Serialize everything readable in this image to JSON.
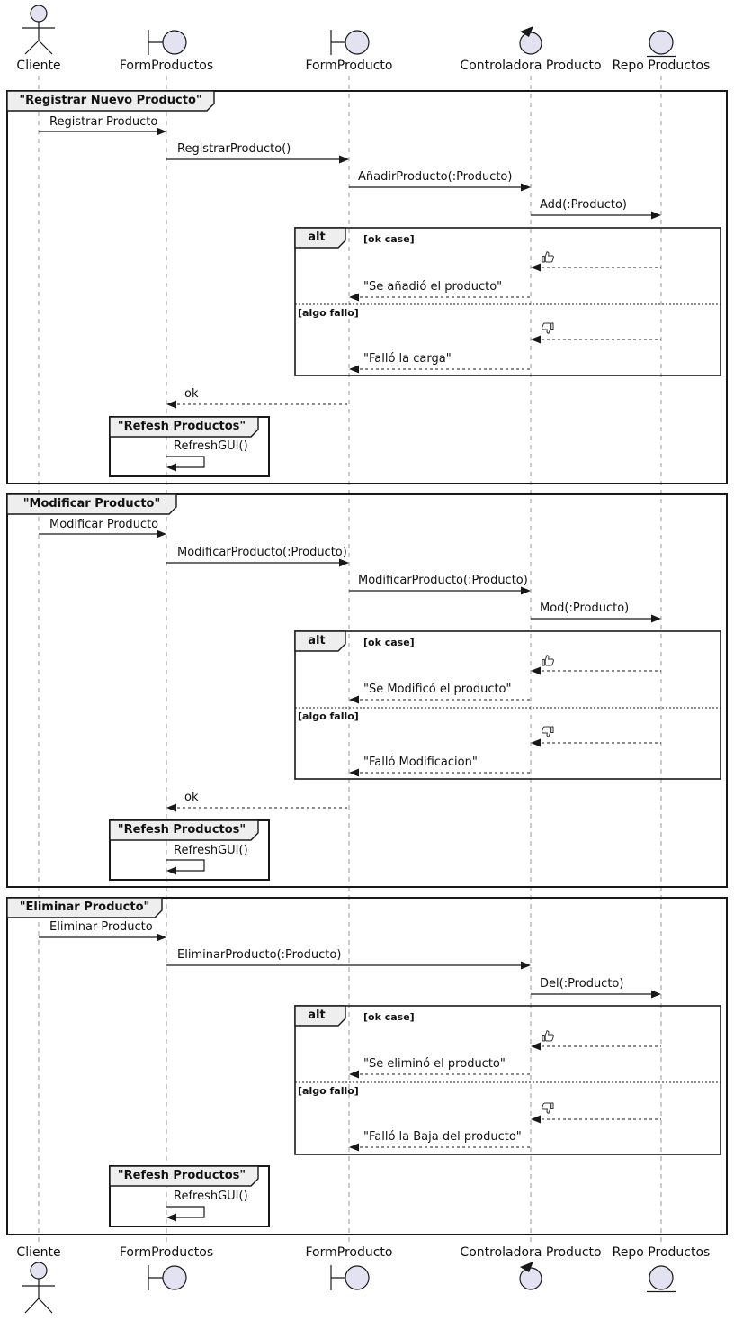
{
  "participants": [
    {
      "name": "Cliente",
      "type": "actor"
    },
    {
      "name": "FormProductos",
      "type": "boundary"
    },
    {
      "name": "FormProducto",
      "type": "boundary"
    },
    {
      "name": "Controladora Producto",
      "type": "control"
    },
    {
      "name": "Repo Productos",
      "type": "entity"
    }
  ],
  "frames": [
    {
      "title": "\"Registrar Nuevo Producto\"",
      "messages": {
        "m1": "Registrar Producto",
        "m2": "RegistrarProducto()",
        "m3": "AñadirProducto(:Producto)",
        "m4": "Add(:Producto)",
        "ok_result": "\"Se añadió el producto\"",
        "fail_result": "\"Falló la carga\"",
        "return_ok": "ok"
      },
      "alt": {
        "operator": "alt",
        "ok_guard": "[ok case]",
        "fail_guard": "[algo fallo]"
      },
      "nested": {
        "title": "\"Refesh Productos\"",
        "message": "RefreshGUI()"
      }
    },
    {
      "title": "\"Modificar Producto\"",
      "messages": {
        "m1": "Modificar Producto",
        "m2": "ModificarProducto(:Producto)",
        "m3": "ModificarProducto(:Producto)",
        "m4": "Mod(:Producto)",
        "ok_result": "\"Se Modificó el producto\"",
        "fail_result": "\"Falló Modificacion\"",
        "return_ok": "ok"
      },
      "alt": {
        "operator": "alt",
        "ok_guard": "[ok case]",
        "fail_guard": "[algo fallo]"
      },
      "nested": {
        "title": "\"Refesh Productos\"",
        "message": "RefreshGUI()"
      }
    },
    {
      "title": "\"Eliminar Producto\"",
      "messages": {
        "m1": "Eliminar Producto",
        "m2": "EliminarProducto(:Producto)",
        "m3": "Del(:Producto)",
        "ok_result": "\"Se eliminó el producto\"",
        "fail_result": "\"Falló la Baja del producto\""
      },
      "alt": {
        "operator": "alt",
        "ok_guard": "[ok case]",
        "fail_guard": "[algo fallo]"
      },
      "nested": {
        "title": "\"Refesh Productos\"",
        "message": "RefreshGUI()"
      }
    }
  ],
  "icons": {
    "thumbs_up": "👍",
    "thumbs_down": "👎"
  },
  "colors": {
    "participant_fill": "#e2e2f0",
    "frame_tab_fill": "#eeeeee",
    "line": "#181818",
    "lifeline": "#9a9a9a",
    "background": "#ffffff"
  }
}
